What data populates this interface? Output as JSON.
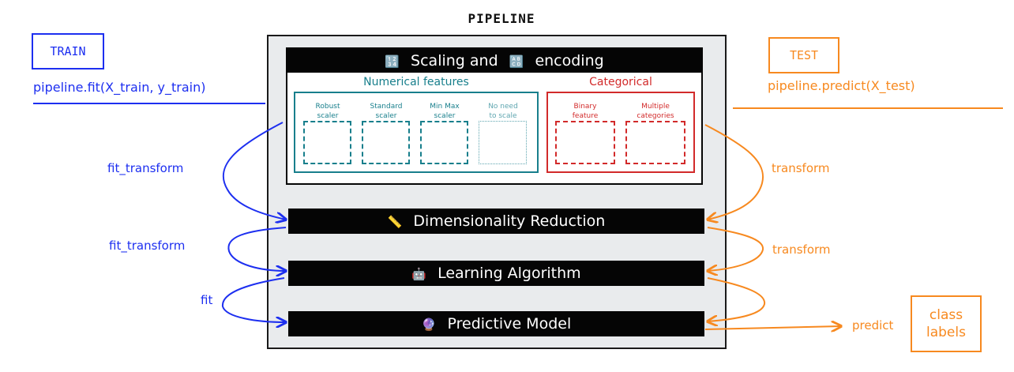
{
  "title": "PIPELINE",
  "train": {
    "box_label": "TRAIN",
    "code": "pipeline.fit(X_train, y_train)",
    "color": "#1d2ff0"
  },
  "test": {
    "box_label": "TEST",
    "code": "pipeline.predict(X_test)",
    "color": "#f7891f"
  },
  "steps": {
    "scaling": {
      "icon": "🔢",
      "pre": "Scaling and",
      "icon2": "🔠",
      "post": "encoding"
    },
    "dimred": {
      "icon": "📏",
      "label": "Dimensionality Reduction"
    },
    "learning": {
      "icon": "🤖",
      "label": "Learning Algorithm"
    },
    "predictive": {
      "icon": "🔮",
      "label": "Predictive Model"
    }
  },
  "numerical": {
    "title": "Numerical features",
    "color": "#187f8c",
    "scalers": [
      {
        "line1": "Robust",
        "line2": "scaler"
      },
      {
        "line1": "Standard",
        "line2": "scaler"
      },
      {
        "line1": "Min Max",
        "line2": "scaler"
      },
      {
        "line1": "No need",
        "line2": "to scale"
      }
    ]
  },
  "categorical": {
    "title": "Categorical",
    "color": "#d22a2a",
    "encoders": [
      {
        "line1": "Binary",
        "line2": "feature"
      },
      {
        "line1": "Multiple",
        "line2": "categories"
      }
    ]
  },
  "edges": {
    "train": [
      "fit_transform",
      "fit_transform",
      "fit"
    ],
    "test": [
      "transform",
      "transform"
    ],
    "predict": "predict"
  },
  "output": {
    "line1": "class",
    "line2": "labels"
  }
}
